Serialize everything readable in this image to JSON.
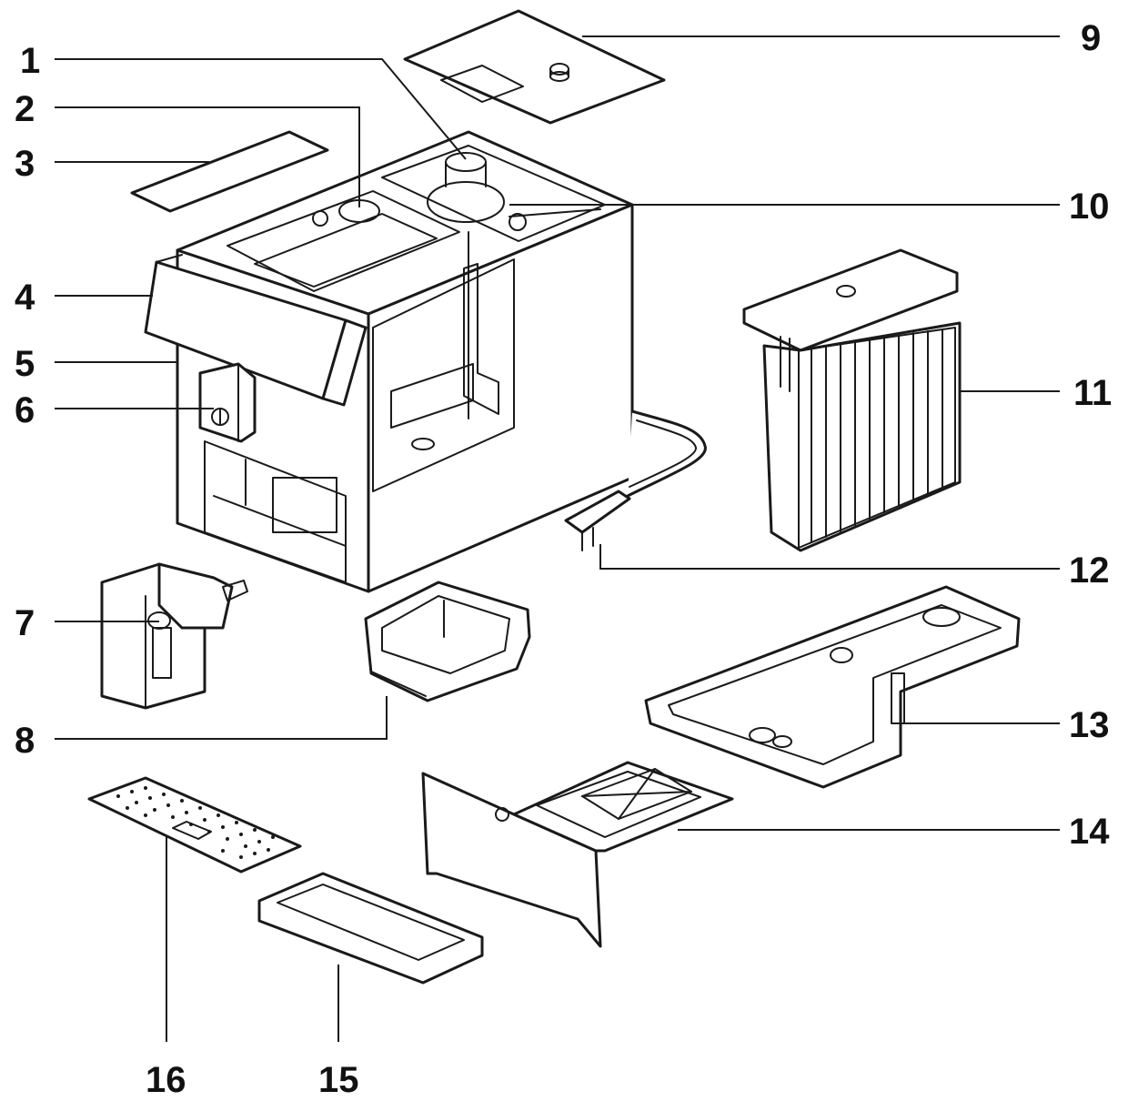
{
  "callouts": {
    "c1": "1",
    "c2": "2",
    "c3": "3",
    "c4": "4",
    "c5": "5",
    "c6": "6",
    "c7": "7",
    "c8": "8",
    "c9": "9",
    "c10": "10",
    "c11": "11",
    "c12": "12",
    "c13": "13",
    "c14": "14",
    "c15": "15",
    "c16": "16"
  },
  "colors": {
    "line": "#1a1a1a",
    "background": "#ffffff"
  }
}
